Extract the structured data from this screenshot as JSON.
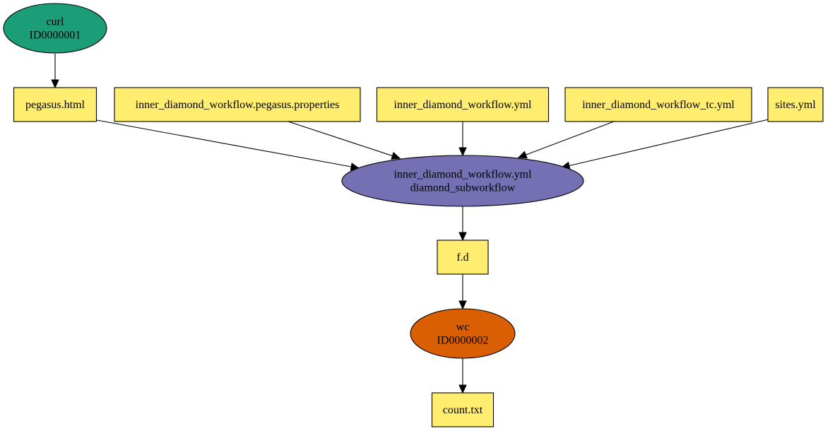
{
  "colors": {
    "file_fill": "#ffed6f",
    "job_curl": "#1b9e77",
    "job_subworkflow": "#7570b3",
    "job_wc": "#d95f02",
    "stroke": "#000000"
  },
  "nodes": [
    {
      "id": "curl",
      "kind": "job",
      "color": "job_curl",
      "lines": [
        "curl",
        "ID0000001"
      ]
    },
    {
      "id": "pegasus_html",
      "kind": "file",
      "lines": [
        "pegasus.html"
      ]
    },
    {
      "id": "inner_props",
      "kind": "file",
      "lines": [
        "inner_diamond_workflow.pegasus.properties"
      ]
    },
    {
      "id": "inner_yml",
      "kind": "file",
      "lines": [
        "inner_diamond_workflow.yml"
      ]
    },
    {
      "id": "inner_tc",
      "kind": "file",
      "lines": [
        "inner_diamond_workflow_tc.yml"
      ]
    },
    {
      "id": "sites_yml",
      "kind": "file",
      "lines": [
        "sites.yml"
      ]
    },
    {
      "id": "subworkflow",
      "kind": "job",
      "color": "job_subworkflow",
      "lines": [
        "inner_diamond_workflow.yml",
        "diamond_subworkflow"
      ]
    },
    {
      "id": "f_d",
      "kind": "file",
      "lines": [
        "f.d"
      ]
    },
    {
      "id": "wc",
      "kind": "job",
      "color": "job_wc",
      "lines": [
        "wc",
        "ID0000002"
      ]
    },
    {
      "id": "count_txt",
      "kind": "file",
      "lines": [
        "count.txt"
      ]
    }
  ],
  "edges": [
    {
      "from": "curl",
      "to": "pegasus_html"
    },
    {
      "from": "pegasus_html",
      "to": "subworkflow"
    },
    {
      "from": "inner_props",
      "to": "subworkflow"
    },
    {
      "from": "inner_yml",
      "to": "subworkflow"
    },
    {
      "from": "inner_tc",
      "to": "subworkflow"
    },
    {
      "from": "sites_yml",
      "to": "subworkflow"
    },
    {
      "from": "subworkflow",
      "to": "f_d"
    },
    {
      "from": "f_d",
      "to": "wc"
    },
    {
      "from": "wc",
      "to": "count_txt"
    }
  ]
}
